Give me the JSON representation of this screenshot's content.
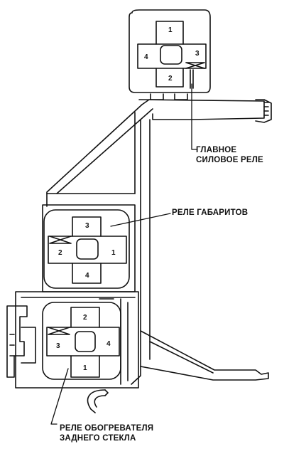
{
  "relays": [
    {
      "id": "main",
      "label_lines": [
        "ГЛАВНОЕ",
        "СИЛОВОЕ РЕЛЕ"
      ],
      "pins": {
        "top": "1",
        "left": "4",
        "right": "3",
        "bottom": "2"
      }
    },
    {
      "id": "parking",
      "label_lines": [
        "РЕЛЕ ГАБАРИТОВ"
      ],
      "pins": {
        "top": "3",
        "left": "2",
        "right": "1",
        "bottom": "4"
      }
    },
    {
      "id": "rear-defogger",
      "label_lines": [
        "РЕЛЕ ОБОГРЕВАТЕЛЯ",
        "ЗАДНЕГО СТЕКЛА"
      ],
      "pins": {
        "top": "2",
        "left": "3",
        "right": "4",
        "bottom": "1"
      }
    }
  ]
}
